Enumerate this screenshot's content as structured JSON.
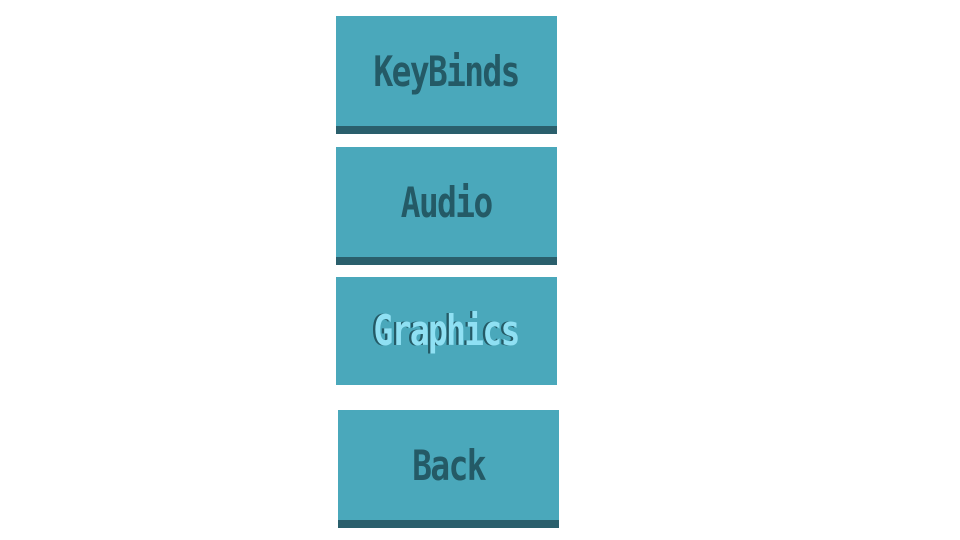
{
  "menu": {
    "buttons": [
      {
        "id": "keybinds",
        "label": "KeyBinds",
        "selected": false
      },
      {
        "id": "audio",
        "label": "Audio",
        "selected": false
      },
      {
        "id": "graphics",
        "label": "Graphics",
        "selected": true
      },
      {
        "id": "back",
        "label": "Back",
        "selected": false
      }
    ]
  },
  "colors": {
    "background": "#ffffff",
    "button_fill": "#4aa8bb",
    "button_shadow": "#2a5f6c",
    "label": "#245a66",
    "label_selected": "#8fe0f3"
  }
}
